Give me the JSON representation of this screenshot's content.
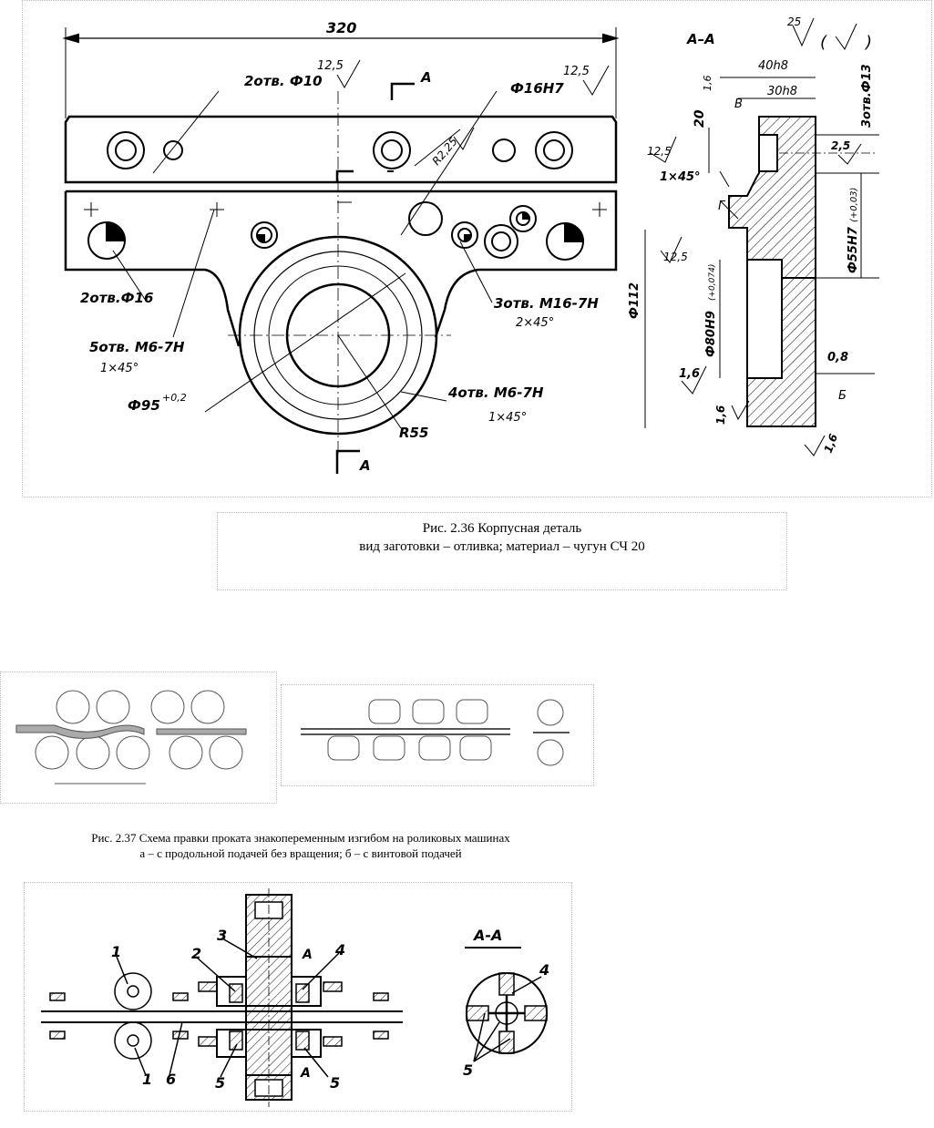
{
  "fig236": {
    "dims": {
      "d320": "320",
      "holes2_10": "2отв. Ф10",
      "rough12_5a": "12,5",
      "rough12_5b": "12,5",
      "rough12_5c": "12,5",
      "rough12_5d": "12,5",
      "d16h7": "Ф16Н7",
      "r2_25": "R2,25",
      "holes2_16": "2отв.Ф16",
      "holes5_m6": "5отв. М6-7Н",
      "chamfer1": "1×45°",
      "d95": "Ф95",
      "d95tol": "+0,2",
      "holes3_m16": "3отв. М16-7Н",
      "chamfer2": "2×45°",
      "holes4_m6": "4отв. М6-7Н",
      "chamfer3": "1×45°",
      "r55": "R55",
      "sectA_top": "А",
      "sectA_bot": "А"
    },
    "section": {
      "title": "А–А",
      "rough25": "25",
      "rough_paren": "(",
      "rough_paren_close": ")",
      "d40h8": "40h8",
      "d30h8": "30h8",
      "rough1_6a": "1,6",
      "labelV": "В",
      "labelG": "Г",
      "labelB": "Б",
      "d20": "20",
      "holes3_13": "3отв.Ф13",
      "d2_5": "2,5",
      "chamfer45": "1×45°",
      "d55h7": "Ф55Н7",
      "d55tol": "(+0,03)",
      "d112": "Ф112",
      "d80h9": "Ф80Н9",
      "d80tol": "(+0,074)",
      "d0_8": "0,8",
      "rough1_6b": "1,6",
      "rough1_6c": "1,6",
      "rough1_6d": "1,6"
    },
    "caption_line1": "Рис. 2.36  Корпусная деталь",
    "caption_line2": "вид заготовки – отливка; материал – чугун СЧ 20"
  },
  "fig237": {
    "caption_line1": "Рис. 2.37 Схема правки проката знакопеременным изгибом на роликовых машинах",
    "caption_line2": "а – с продольной подачей без вращения; б – с винтовой подачей"
  },
  "fig238": {
    "labels": {
      "n1a": "1",
      "n1b": "1",
      "n2": "2",
      "n3": "3",
      "n4": "4",
      "n5a": "5",
      "n5b": "5",
      "n6": "6",
      "nA1": "А",
      "nA2": "А",
      "section": "А-А",
      "sec4": "4",
      "sec5": "5"
    }
  }
}
